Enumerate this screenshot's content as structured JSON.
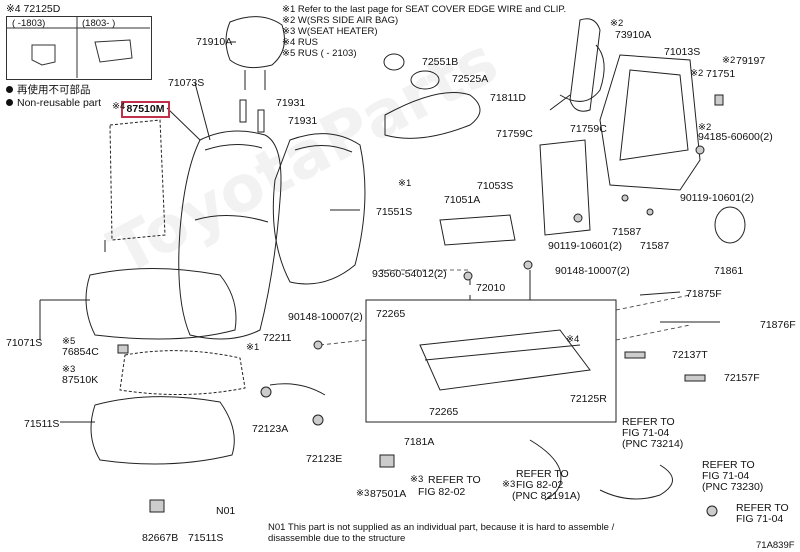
{
  "top_left": {
    "ref": "※4  72125D",
    "col1": "(    -1803)",
    "col2": "(1803-    )"
  },
  "legend": {
    "item1": "再使用不可部品",
    "item2": "Non-reusable part"
  },
  "notes": [
    "※1 Refer to the last page for SEAT COVER EDGE WIRE and CLIP.",
    "※2 W(SRS SIDE AIR BAG)",
    "※3 W(SEAT HEATER)",
    "※4 RUS",
    "※5 RUS (    - 2103)"
  ],
  "highlight": "87510M",
  "labels": [
    {
      "id": "71910A",
      "t": "71910A"
    },
    {
      "id": "72551B",
      "t": "72551B"
    },
    {
      "id": "72525A",
      "t": "72525A"
    },
    {
      "id": "71811D",
      "t": "71811D"
    },
    {
      "id": "73910A",
      "t": "73910A"
    },
    {
      "id": "71013S",
      "t": "71013S"
    },
    {
      "id": "79197",
      "t": "79197"
    },
    {
      "id": "71751",
      "t": "71751"
    },
    {
      "id": "71073S",
      "t": "71073S"
    },
    {
      "id": "71931a",
      "t": "71931"
    },
    {
      "id": "71931b",
      "t": "71931"
    },
    {
      "id": "71759C1",
      "t": "71759C"
    },
    {
      "id": "71759C2",
      "t": "71759C"
    },
    {
      "id": "94185",
      "t": "94185-60600(2)"
    },
    {
      "id": "71053S",
      "t": "71053S"
    },
    {
      "id": "90119a",
      "t": "90119-10601(2)"
    },
    {
      "id": "71551S",
      "t": "71551S"
    },
    {
      "id": "71051A",
      "t": "71051A"
    },
    {
      "id": "90119b",
      "t": "90119-10601(2)"
    },
    {
      "id": "71587a",
      "t": "71587"
    },
    {
      "id": "71587b",
      "t": "71587"
    },
    {
      "id": "71861",
      "t": "71861"
    },
    {
      "id": "93560",
      "t": "93560-54012(2)"
    },
    {
      "id": "90148a",
      "t": "90148-10007(2)"
    },
    {
      "id": "72010",
      "t": "72010"
    },
    {
      "id": "71875F",
      "t": "71875F"
    },
    {
      "id": "71071S",
      "t": "71071S"
    },
    {
      "id": "90148b",
      "t": "90148-10007(2)"
    },
    {
      "id": "72265a",
      "t": "72265"
    },
    {
      "id": "71876F",
      "t": "71876F"
    },
    {
      "id": "76854C",
      "t": "76854C"
    },
    {
      "id": "72211",
      "t": "72211"
    },
    {
      "id": "72137T",
      "t": "72137T"
    },
    {
      "id": "87510K",
      "t": "87510K"
    },
    {
      "id": "72157F",
      "t": "72157F"
    },
    {
      "id": "72125R",
      "t": "72125R"
    },
    {
      "id": "72265b",
      "t": "72265"
    },
    {
      "id": "71511S",
      "t": "71511S"
    },
    {
      "id": "72123A",
      "t": "72123A"
    },
    {
      "id": "7181A",
      "t": "7181A"
    },
    {
      "id": "72123E",
      "t": "72123E"
    },
    {
      "id": "87501A",
      "t": "87501A"
    },
    {
      "id": "ref8202a",
      "t": "REFER TO"
    },
    {
      "id": "ref8202b",
      "t": "FIG 82-02"
    },
    {
      "id": "ref8202c",
      "t": "REFER TO"
    },
    {
      "id": "ref8202d",
      "t": "FIG 82-02"
    },
    {
      "id": "pnc82191",
      "t": "(PNC 82191A)"
    },
    {
      "id": "ref7104a",
      "t": "REFER TO"
    },
    {
      "id": "ref7104b",
      "t": "FIG 71-04"
    },
    {
      "id": "pnc73214",
      "t": "(PNC 73214)"
    },
    {
      "id": "ref7104c",
      "t": "REFER TO"
    },
    {
      "id": "ref7104d",
      "t": "FIG 71-04"
    },
    {
      "id": "pnc73230",
      "t": "(PNC 73230)"
    },
    {
      "id": "ref7104e",
      "t": "REFER TO"
    },
    {
      "id": "ref7104f",
      "t": "FIG 71-04"
    },
    {
      "id": "82667B",
      "t": "82667B"
    },
    {
      "id": "71511S2",
      "t": "71511S"
    },
    {
      "id": "N01",
      "t": "N01"
    },
    {
      "id": "m1a",
      "t": "※1"
    },
    {
      "id": "m1b",
      "t": "※1"
    },
    {
      "id": "m5",
      "t": "※5"
    },
    {
      "id": "m3a",
      "t": "※3"
    },
    {
      "id": "m3b",
      "t": "※3"
    },
    {
      "id": "m3c",
      "t": "※3"
    },
    {
      "id": "m3d",
      "t": "※3"
    },
    {
      "id": "m4",
      "t": "※4"
    },
    {
      "id": "m2a",
      "t": "※2"
    },
    {
      "id": "m2b",
      "t": "※2"
    },
    {
      "id": "m2c",
      "t": "※2"
    },
    {
      "id": "m2d",
      "t": "※2"
    },
    {
      "id": "m4b",
      "t": "※4"
    }
  ],
  "footnote": [
    "N01   This part is not supplied as an individual part, because it is hard to assemble /",
    "         disassemble due to the structure"
  ],
  "fig_code": "71A839F",
  "watermark": "ToyotaParts"
}
